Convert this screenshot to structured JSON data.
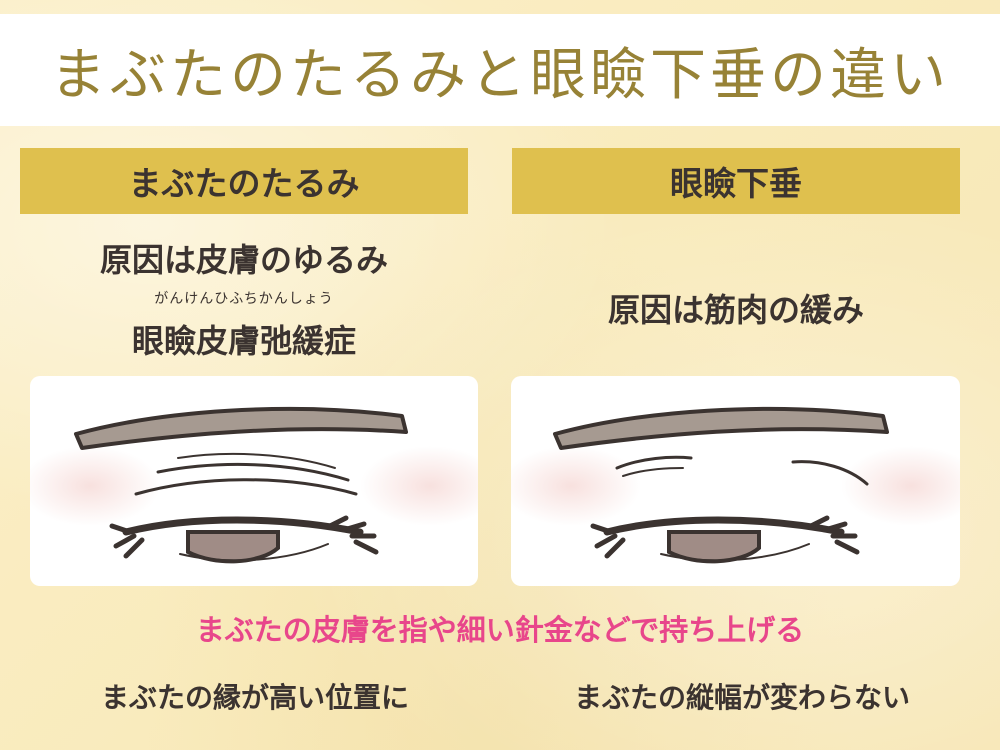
{
  "title": "まぶたのたるみと眼瞼下垂の違い",
  "left": {
    "header": "まぶたのたるみ",
    "cause_line1": "原因は皮膚のゆるみ",
    "ruby": "がんけんひふちかんしょう",
    "cause_line2": "眼瞼皮膚弛緩症",
    "result": "まぶたの縁が高い位置に"
  },
  "right": {
    "header": "眼瞼下垂",
    "cause": "原因は筋肉の緩み",
    "result": "まぶたの縦幅が変わらない"
  },
  "instruction": "まぶたの皮膚を指や細い針金などで持ち上げる",
  "colors": {
    "title": "#978236",
    "header_bg": "#dfc04e",
    "text": "#3b3330",
    "accent": "#e8468b",
    "eyebrow_fill": "#a69a91",
    "iris_fill": "#a08c86"
  }
}
